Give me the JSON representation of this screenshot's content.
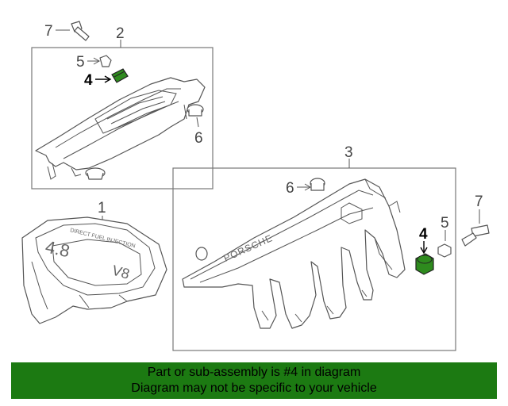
{
  "callouts": {
    "c1": "1",
    "c2": "2",
    "c3": "3",
    "c4a": "4",
    "c4b": "4",
    "c5a": "5",
    "c5b": "5",
    "c6a": "6",
    "c6b": "6",
    "c7a": "7",
    "c7b": "7"
  },
  "etched_text": {
    "brand": "PORSCHE",
    "injection": "DIRECT FUEL INJECTION",
    "displacement": "4.8",
    "engine": "V8"
  },
  "colors": {
    "highlight": "#2e8b1e",
    "banner": "#1c7a12"
  },
  "banner": {
    "line1": "Part or sub-assembly is #4 in diagram",
    "line2": "Diagram may not be specific to your vehicle"
  }
}
